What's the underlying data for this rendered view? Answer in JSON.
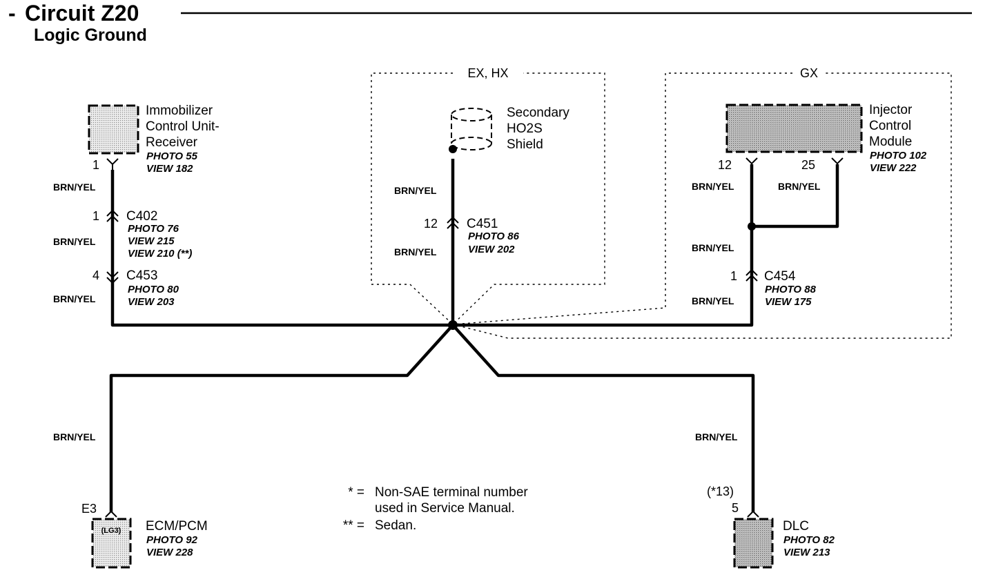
{
  "header": {
    "dash": "-",
    "title": "Circuit Z20",
    "subtitle": "Logic Ground"
  },
  "groups": {
    "exhx": "EX, HX",
    "gx": "GX"
  },
  "wire_color": "BRN/YEL",
  "components": {
    "immobilizer": {
      "name_lines": [
        "Immobilizer",
        "Control Unit-",
        "Receiver"
      ],
      "photo": "PHOTO 55",
      "view": "VIEW 182",
      "pin": "1"
    },
    "ho2s": {
      "name_lines": [
        "Secondary",
        "HO2S",
        "Shield"
      ]
    },
    "injector": {
      "name_lines": [
        "Injector",
        "Control",
        "Module"
      ],
      "photo": "PHOTO 102",
      "view": "VIEW 222",
      "pin_a": "12",
      "pin_b": "25"
    },
    "ecm": {
      "name": "ECM/PCM",
      "ground_label": "(LG3)",
      "photo": "PHOTO 92",
      "view": "VIEW 228",
      "pin": "E3"
    },
    "dlc": {
      "name": "DLC",
      "photo": "PHOTO 82",
      "view": "VIEW 213",
      "pin": "5",
      "pin_note": "(*13)"
    }
  },
  "connectors": {
    "c402": {
      "name": "C402",
      "pin": "1",
      "photo": "PHOTO 76",
      "view": "VIEW 215",
      "view2": "VIEW 210 (**)"
    },
    "c453": {
      "name": "C453",
      "pin": "4",
      "photo": "PHOTO 80",
      "view": "VIEW 203"
    },
    "c451": {
      "name": "C451",
      "pin": "12",
      "photo": "PHOTO 86",
      "view": "VIEW 202"
    },
    "c454": {
      "name": "C454",
      "pin": "1",
      "photo": "PHOTO 88",
      "view": "VIEW 175"
    }
  },
  "notes": [
    {
      "symbol": "* =",
      "lines": [
        "Non-SAE terminal number",
        "used in Service Manual."
      ]
    },
    {
      "symbol": "** =",
      "lines": [
        "Sedan."
      ]
    }
  ]
}
